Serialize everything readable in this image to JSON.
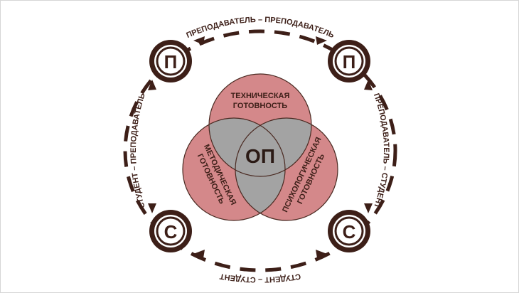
{
  "colors": {
    "brown": "#3d1f18",
    "pink": "#d4888a",
    "gray": "#a3a3a3",
    "frame": "#d6d6d6"
  },
  "nodes": {
    "top_left": "П",
    "top_right": "П",
    "bottom_left": "С",
    "bottom_right": "С"
  },
  "links": {
    "top": "ПРЕПОДАВАТЕЛЬ – ПРЕПОДАВАТЕЛЬ",
    "right": "ПРЕПОДАВАТЕЛЬ – СТУДЕНТ",
    "bottom": "СТУДЕНТ – СТУДЕНТ",
    "left": "СТУДЕНТ – ПРЕПОДАВАТЕЛЬ"
  },
  "venn": {
    "center": "ОП",
    "top_line1": "ТЕХНИЧЕСКАЯ",
    "top_line2": "ГОТОВНОСТЬ",
    "left_line1": "МЕТОДИЧЕСКАЯ",
    "left_line2": "ГОТОВНОСТЬ",
    "right_line1": "ПСИХОЛОГИЧЕСКАЯ",
    "right_line2": "ГОТОВНОСТЬ"
  }
}
